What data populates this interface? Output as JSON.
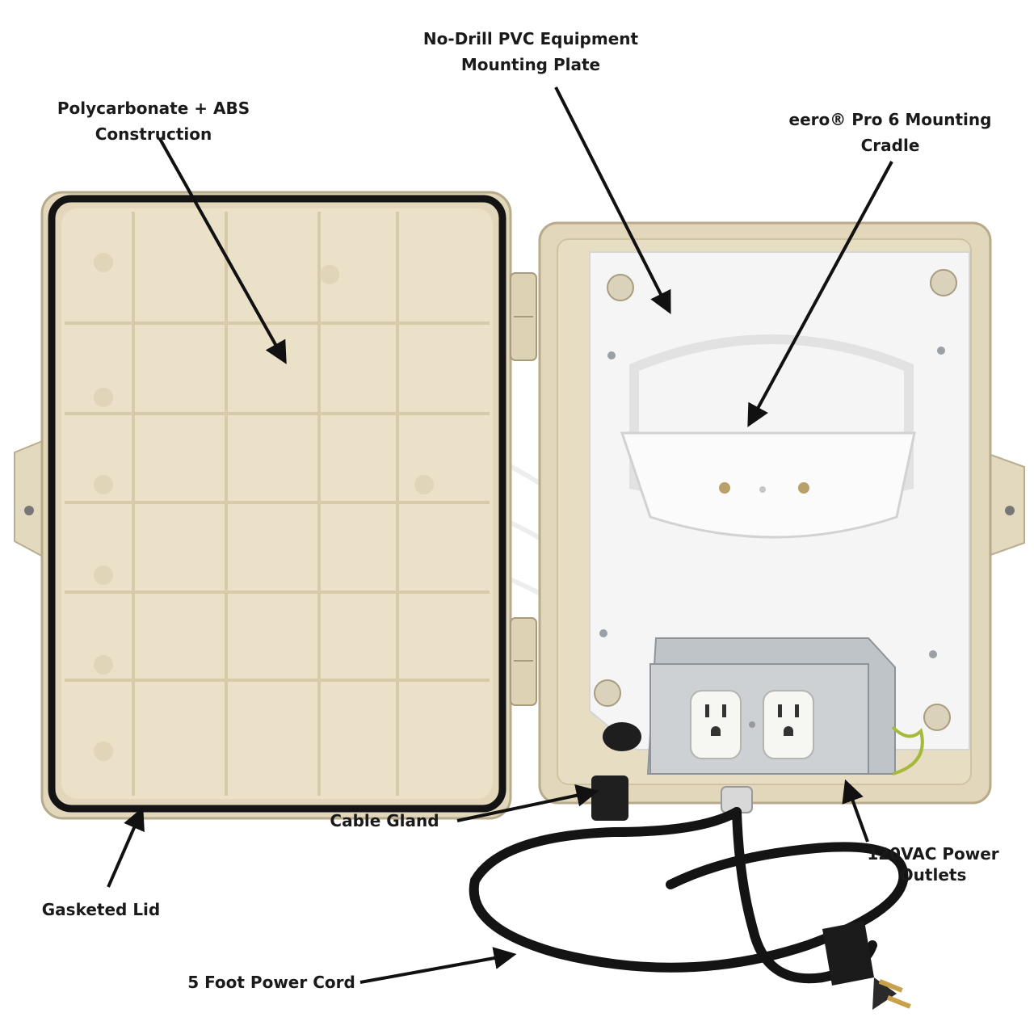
{
  "callouts": {
    "mounting_plate": {
      "line1": "No-Drill PVC Equipment",
      "line2": "Mounting Plate"
    },
    "construction": {
      "line1": "Polycarbonate + ABS",
      "line2": "Construction"
    },
    "cradle": {
      "line1": "eero® Pro 6 Mounting",
      "line2": "Cradle"
    },
    "cable_gland": "Cable Gland",
    "power_outlets": {
      "line1": "120VAC Power",
      "line2": "Outlets"
    },
    "gasketed_lid": "Gasketed Lid",
    "power_cord": "5 Foot Power Cord"
  },
  "colors": {
    "enclosure_beige": "#e6dcc4",
    "mounting_plate": "#f4f4f4",
    "gasket": "#111111",
    "outlet_box": "#c8cccf",
    "label_text": "#1a1a1a"
  }
}
